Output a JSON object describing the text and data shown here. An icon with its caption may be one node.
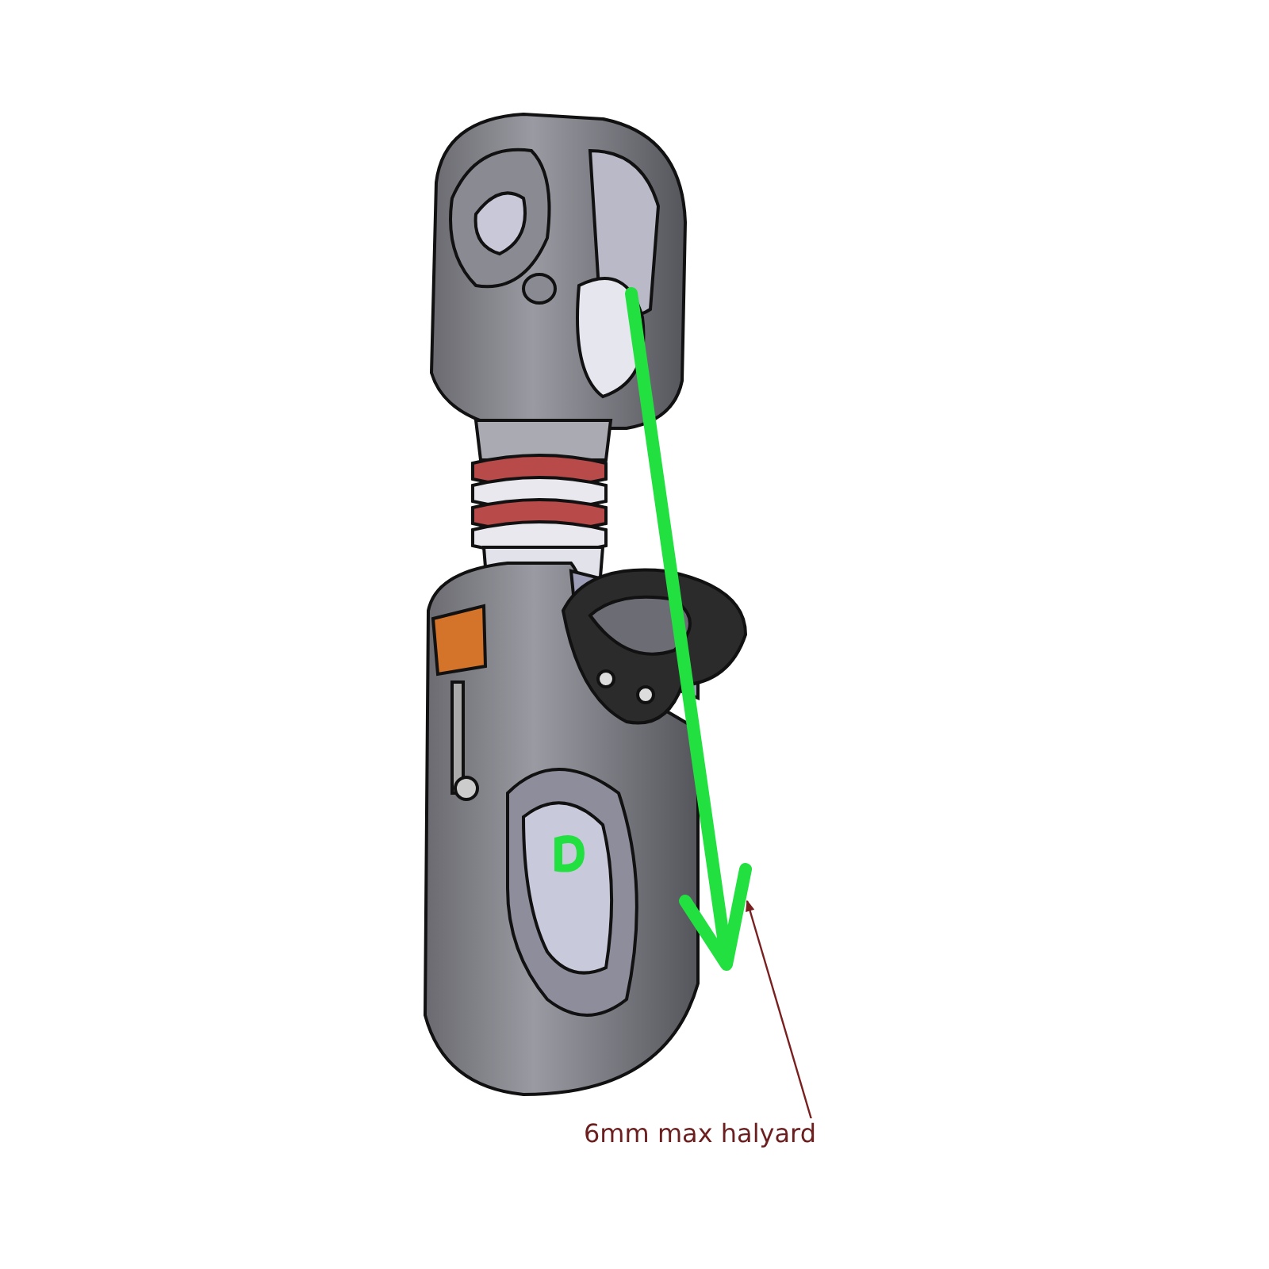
{
  "diagram": {
    "nodes": [
      {
        "text": [
          "6mm max halyard"
        ]
      },
      {
        "text": [],
        "shape": "arrow"
      }
    ],
    "edges": [
      {
        "from": 0,
        "to": 1,
        "arrow": "to",
        "color": "#7a1f1f"
      }
    ]
  }
}
